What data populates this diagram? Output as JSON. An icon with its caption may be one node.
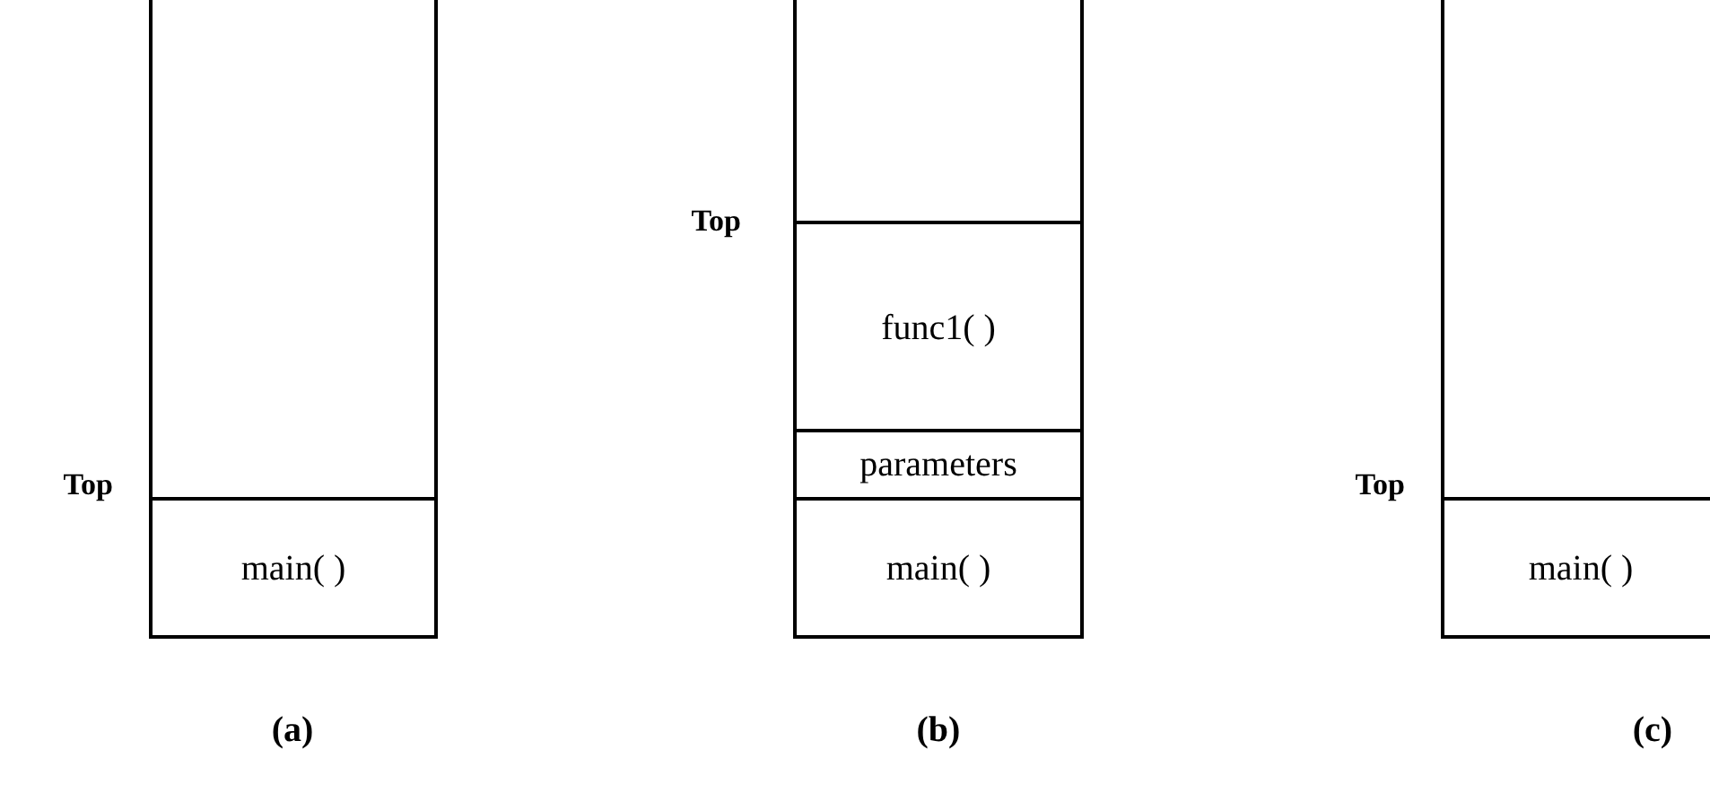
{
  "diagram": {
    "nodes": [
      {
        "text": [],
        "shape": "box",
        "beside": [
          "(a)"
        ]
      },
      {
        "text": [
          "main( )"
        ],
        "in": 0,
        "beside": [
          "Top"
        ]
      },
      {
        "text": [],
        "shape": "box",
        "beside": [
          "(b)"
        ]
      },
      {
        "text": [
          "func1( )"
        ],
        "in": 2,
        "beside": [
          "Top"
        ]
      },
      {
        "text": [
          "parameters"
        ],
        "in": 2
      },
      {
        "text": [
          "main( )"
        ],
        "in": 2
      },
      {
        "text": [],
        "shape": "box",
        "beside": [
          "(c)"
        ]
      },
      {
        "text": [
          "main( )"
        ],
        "in": 6,
        "beside": [
          "Top"
        ]
      }
    ]
  }
}
